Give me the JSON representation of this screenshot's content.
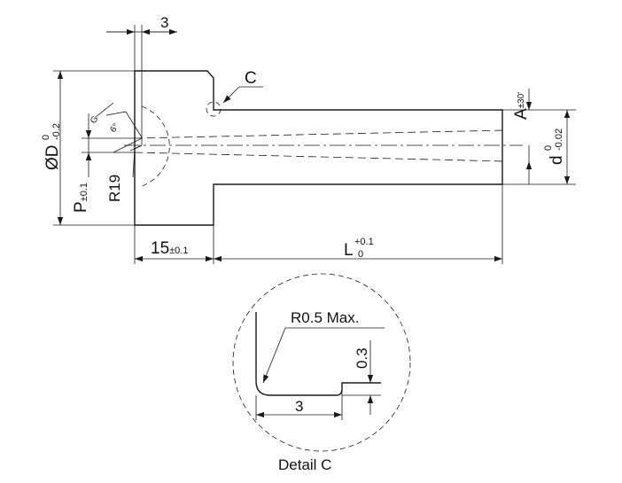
{
  "colors": {
    "line": "#1a1a1a",
    "background": "#ffffff"
  },
  "dims": {
    "top_width": "3",
    "c_label": "C",
    "diameter": {
      "main": "ØD",
      "tol_upper": "0",
      "tol_lower": "-0.2"
    },
    "p": {
      "main": "P",
      "tol": "±0.1"
    },
    "radius": "R19",
    "g_label": "G",
    "angle": "6°",
    "a": {
      "main": "A",
      "tol": "±30'"
    },
    "d": {
      "main": "d",
      "tol_upper": "0",
      "tol_lower": "-0.02"
    },
    "head_length": {
      "main": "15",
      "tol": "±0.1"
    },
    "length": {
      "main": "L",
      "tol_upper": "+0.1",
      "tol_lower": "0"
    }
  },
  "detail": {
    "title": "Detail C",
    "radius": "R0.5 Max.",
    "height": "0.3",
    "width": "3"
  }
}
